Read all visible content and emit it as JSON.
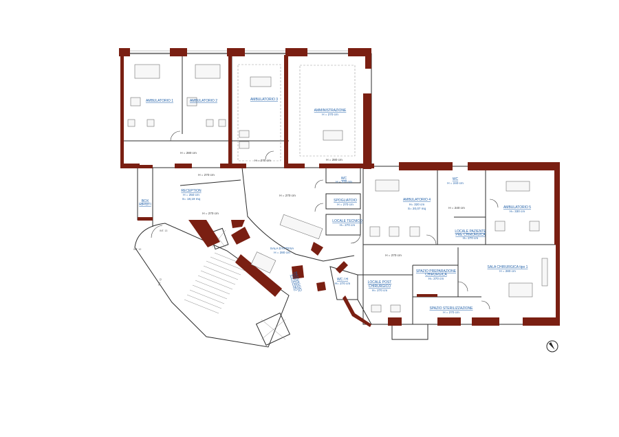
{
  "rooms": [
    {
      "name": "AMBULATORIO 1"
    },
    {
      "name": "AMBULATORIO 2"
    },
    {
      "name": "AMBULATORIO 3"
    },
    {
      "name": "AMMINISTRAZIONE",
      "sub": "H = 270 cm"
    },
    {
      "name": "WC",
      "sub": "H = 270 cm"
    },
    {
      "name": "SPOGLIATOIO",
      "sub": "H = 270 cm"
    },
    {
      "name": "LOCALE TECNICO",
      "sub": "H= 270 cm"
    },
    {
      "name": "AMBULATORIO 4",
      "sub": "H= 320 cm",
      "sub2": "S= 20,07 mq"
    },
    {
      "name": "WC",
      "sub": "H = 240 cm"
    },
    {
      "name": "AMBULATORIO 5",
      "sub": "H= 330 cm"
    },
    {
      "name": "LOCALE PAZIENTE",
      "name2": "PRE CHIRURGICA",
      "sub": "H= 270 cm"
    },
    {
      "name": "SALA CHIRURGICA tipo 1",
      "sub": "H = 280 cm"
    },
    {
      "name": "SPAZIO PREPARAZIONE",
      "name2": "CHIRURGICA",
      "sub": "H= 270 cm"
    },
    {
      "name": "SPAZIO STERILIZZAZIONE",
      "sub": "H = 270 cm"
    },
    {
      "name": "LOCALE POST",
      "name2": "CHIRURGICO",
      "sub": "H= 270 cm"
    },
    {
      "name": "WC / H",
      "sub": "H= 270 cm"
    },
    {
      "name": "SALA D'ATTESA",
      "sub": "H = 280 cm"
    },
    {
      "name": "RECEPTION",
      "sub": "H = 250 cm",
      "sub2": "S= 18,19 mq"
    },
    {
      "name": "BOX",
      "name2": "RIFIUTI"
    },
    {
      "name": "PASSAGGIO",
      "name2": "ESTERNO"
    }
  ],
  "heights": [
    "H = 280 cm",
    "H = 270 cm",
    "H = 280 cm",
    "H = 270 cm",
    "H = 270 cm",
    "H = 270 cm",
    "H = 270 cm",
    "H = 240 cm"
  ],
  "stair_labels": [
    "INT. 13",
    "INT. 12",
    "INT. 11"
  ],
  "colors": {
    "wall": "#7a1f12",
    "label": "#1f5fa8",
    "line": "#2b2b2b"
  },
  "icons": {
    "north": "north-arrow-icon"
  }
}
